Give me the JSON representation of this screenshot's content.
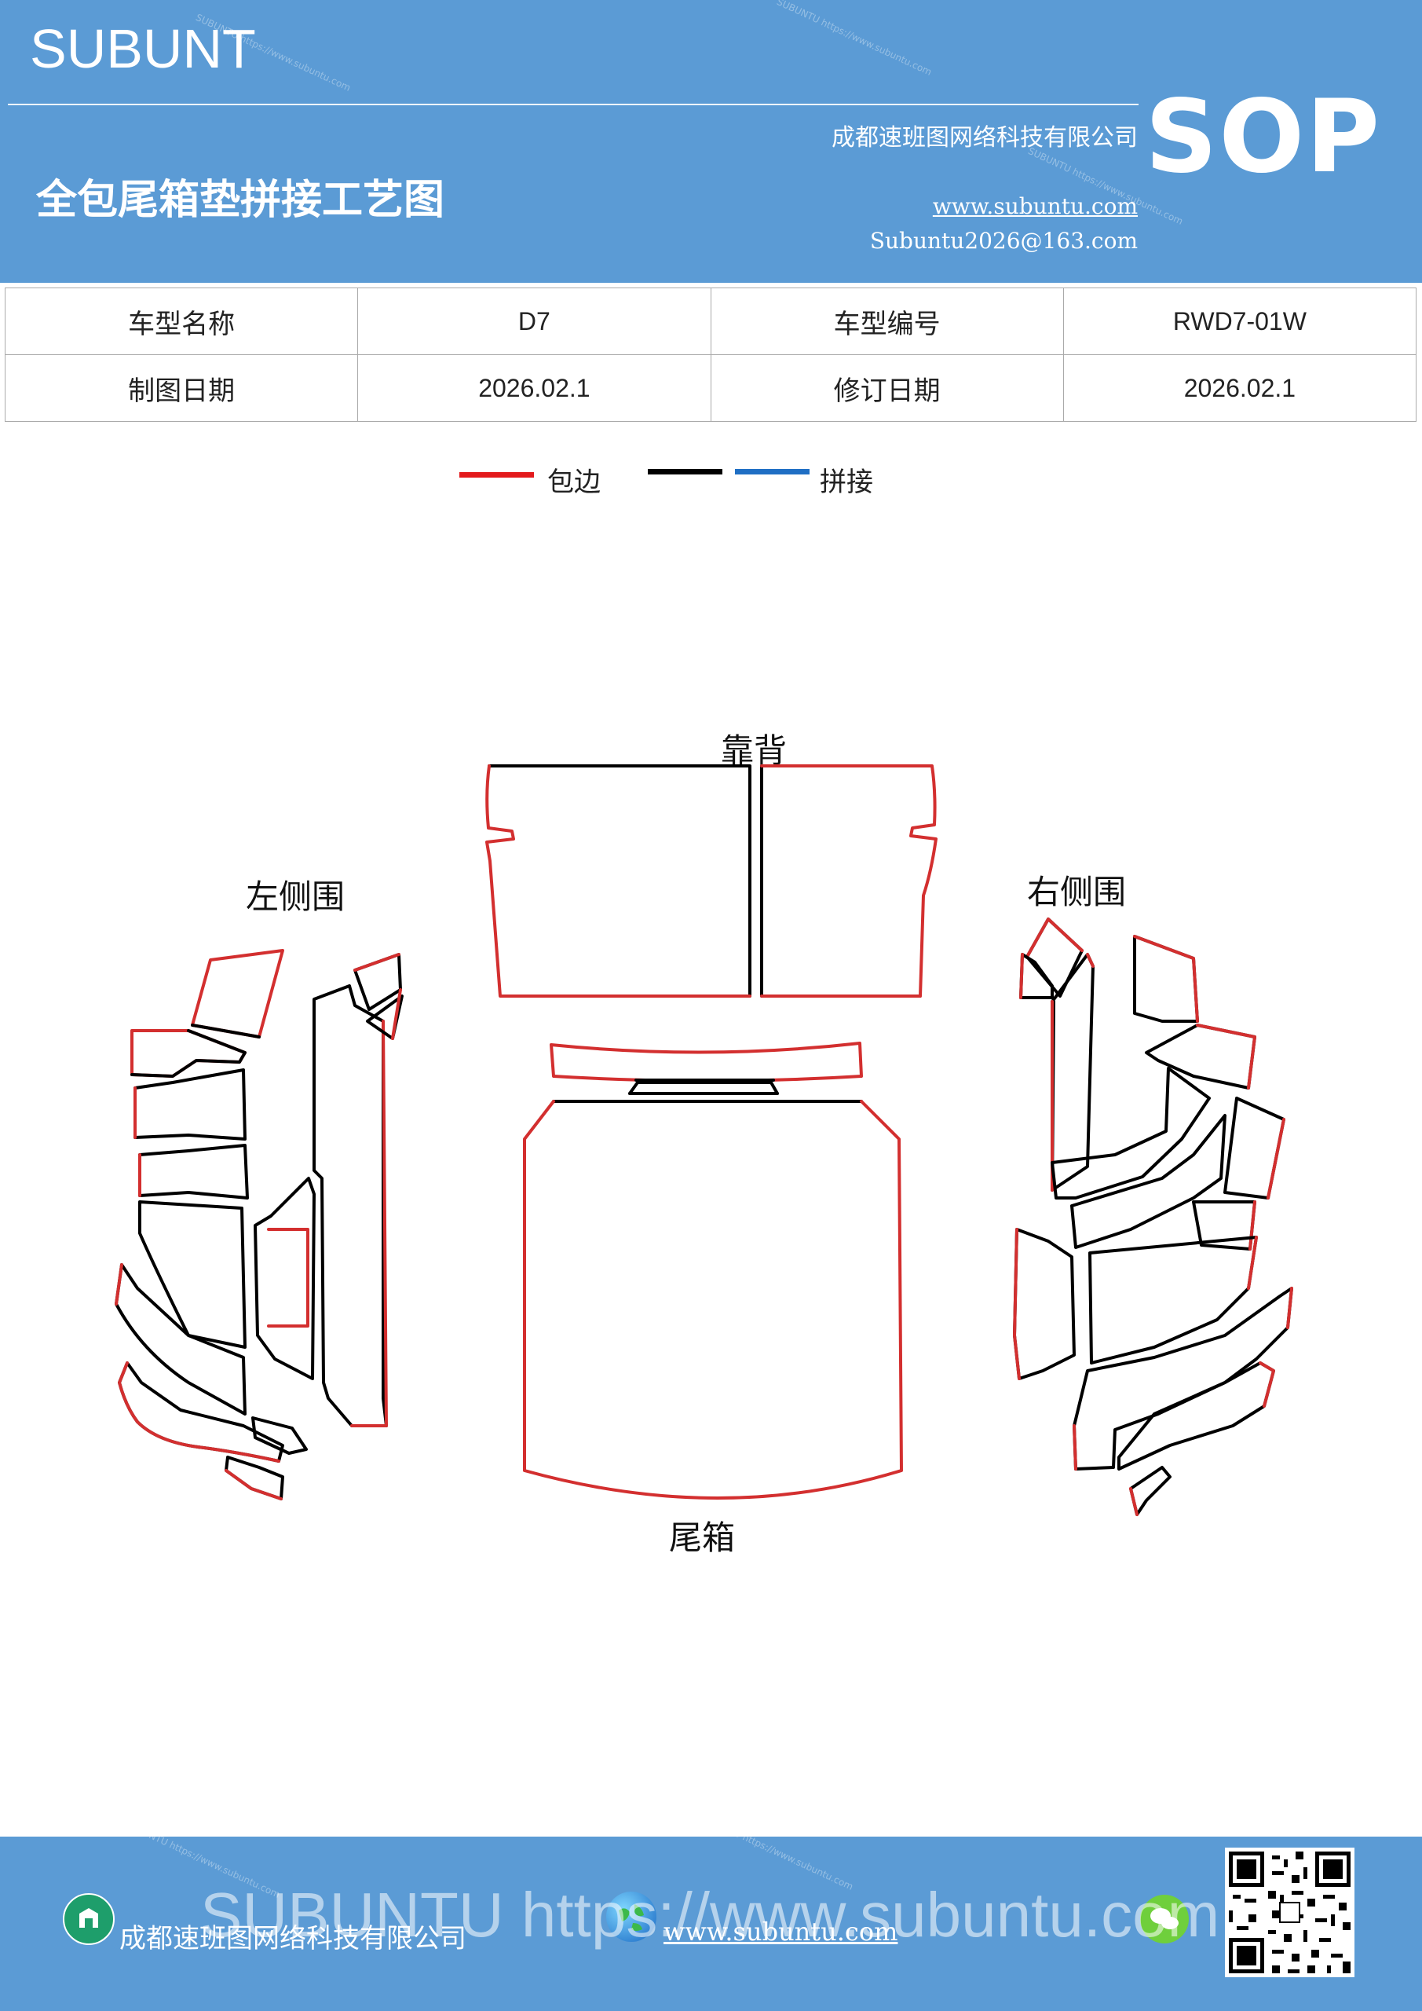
{
  "header": {
    "brand": "SUBUNT",
    "title": "全包尾箱垫拼接工艺图",
    "company": "成都速班图网络科技有限公司",
    "website": "www.subuntu.com",
    "email": "Subuntu2026@163.com",
    "badge": "SOP"
  },
  "info_table": {
    "rows": [
      {
        "label1": "车型名称",
        "value1": "D7",
        "label2": "车型编号",
        "value2": "RWD7-01W"
      },
      {
        "label1": "制图日期",
        "value1": "2026.02.1",
        "label2": "修订日期",
        "value2": "2026.02.1"
      }
    ]
  },
  "legend": {
    "items": [
      {
        "color": "#e31a1c",
        "label": "包边"
      },
      {
        "color": "#000000",
        "label": ""
      },
      {
        "color": "#1f6fc4",
        "label": "拼接"
      }
    ]
  },
  "diagram": {
    "labels": {
      "backrest": "靠背",
      "left_side": "左侧围",
      "right_side": "右侧围",
      "trunk": "尾箱"
    },
    "colors": {
      "edge": "#d32f2f",
      "seam": "#000000"
    }
  },
  "footer": {
    "company": "成都速班图网络科技有限公司",
    "website": "www.subuntu.com",
    "watermark": "SUBUNTU https://www.subuntu.com"
  }
}
